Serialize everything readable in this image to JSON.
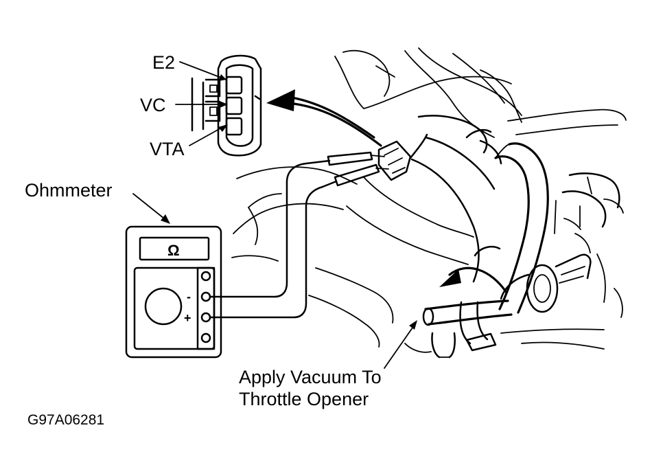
{
  "labels": {
    "e2": "E2",
    "vc": "VC",
    "vta": "VTA",
    "ohmmeter": "Ohmmeter",
    "ohm_symbol": "Ω",
    "minus_sign": "-",
    "plus_sign": "+",
    "vacuum_line1": "Apply Vacuum To",
    "vacuum_line2": "Throttle Opener",
    "figure_code": "G97A06281"
  },
  "colors": {
    "ink": "#000000",
    "paper": "#ffffff"
  }
}
